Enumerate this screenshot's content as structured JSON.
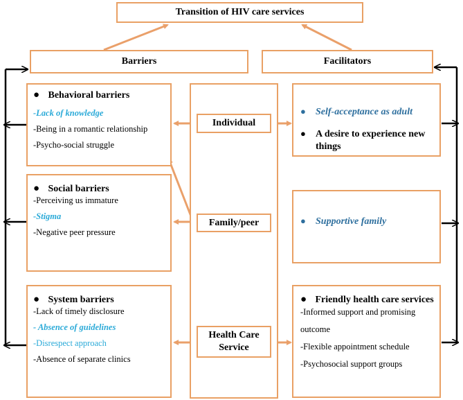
{
  "title": "Transition of HIV care services",
  "barriers_label": "Barriers",
  "facilitators_label": "Facilitators",
  "behavioral": {
    "header": "Behavioral barriers",
    "items": [
      "-Lack of knowledge",
      "-Being in a romantic relationship",
      "-Psycho-social struggle"
    ]
  },
  "social": {
    "header": "Social barriers",
    "items": [
      "-Perceiving us immature",
      "-Stigma",
      "-Negative peer pressure"
    ]
  },
  "system": {
    "header": "System barriers",
    "items": [
      "-Lack of timely disclosure",
      "- Absence of guidelines",
      "-Disrespect approach",
      "-Absence of separate clinics"
    ]
  },
  "center": {
    "individual": "Individual",
    "family": "Family/peer",
    "health_line1": "Health Care",
    "health_line2": "Service"
  },
  "fac_individual": {
    "item1": "Self-acceptance as adult",
    "item2_line1": "A desire to experience new",
    "item2_line2": "things"
  },
  "fac_family": {
    "item1": "Supportive family"
  },
  "fac_health": {
    "header": "Friendly health care services",
    "items": [
      "-Informed support and promising",
      "outcome",
      "-Flexible appointment schedule",
      "-Psychosocial support groups"
    ]
  },
  "colors": {
    "box_border": "#e9a064",
    "arrow_orange": "#eaa06a",
    "highlight_blue": "#2baad8",
    "facilitator_blue": "#2e6f9e"
  }
}
